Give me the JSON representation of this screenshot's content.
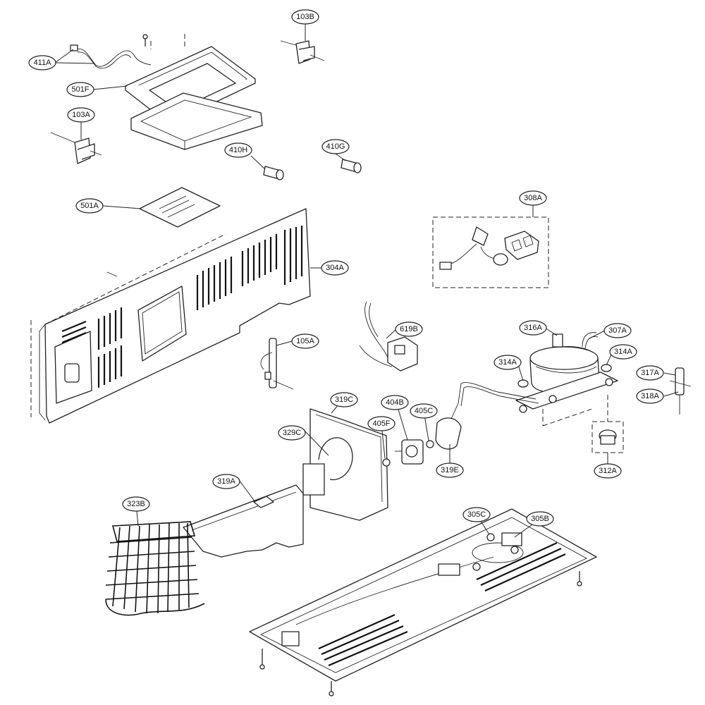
{
  "callouts": [
    {
      "id": "c411A",
      "label": "411A"
    },
    {
      "id": "c501F",
      "label": "501F"
    },
    {
      "id": "c103B",
      "label": "103B"
    },
    {
      "id": "c103A",
      "label": "103A"
    },
    {
      "id": "c410H",
      "label": "410H"
    },
    {
      "id": "c410G",
      "label": "410G"
    },
    {
      "id": "c501A",
      "label": "501A"
    },
    {
      "id": "c308A",
      "label": "308A"
    },
    {
      "id": "c304A",
      "label": "304A"
    },
    {
      "id": "c105A",
      "label": "105A"
    },
    {
      "id": "c619B",
      "label": "619B"
    },
    {
      "id": "c316A",
      "label": "316A"
    },
    {
      "id": "c307A",
      "label": "307A"
    },
    {
      "id": "c314A1",
      "label": "314A"
    },
    {
      "id": "c314A2",
      "label": "314A"
    },
    {
      "id": "c317A",
      "label": "317A"
    },
    {
      "id": "c318A",
      "label": "318A"
    },
    {
      "id": "c319C",
      "label": "319C"
    },
    {
      "id": "c404B",
      "label": "404B"
    },
    {
      "id": "c405C",
      "label": "405C"
    },
    {
      "id": "c405F",
      "label": "405F"
    },
    {
      "id": "c329C",
      "label": "329C"
    },
    {
      "id": "c319E",
      "label": "319E"
    },
    {
      "id": "c312A",
      "label": "312A"
    },
    {
      "id": "c319A",
      "label": "319A"
    },
    {
      "id": "c323B",
      "label": "323B"
    },
    {
      "id": "c305C",
      "label": "305C"
    },
    {
      "id": "c305B",
      "label": "305B"
    }
  ]
}
